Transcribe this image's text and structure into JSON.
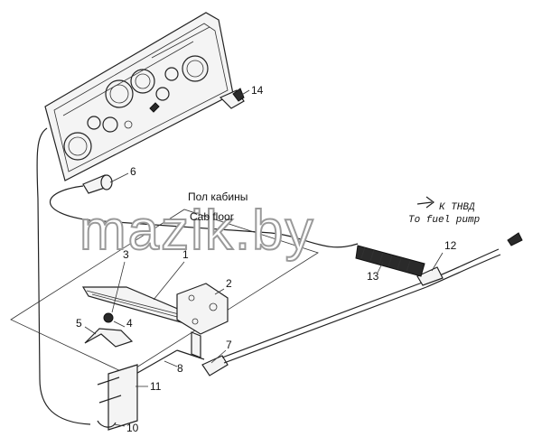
{
  "labels": {
    "floor_ru": "Пол кабины",
    "floor_en": "Cab floor",
    "pump_ru": "К ТНВД",
    "pump_en": "To fuel pump"
  },
  "callouts": [
    "1",
    "2",
    "3",
    "4",
    "5",
    "6",
    "7",
    "8",
    "10",
    "11",
    "12",
    "13",
    "14"
  ],
  "watermark": "mazik.by"
}
